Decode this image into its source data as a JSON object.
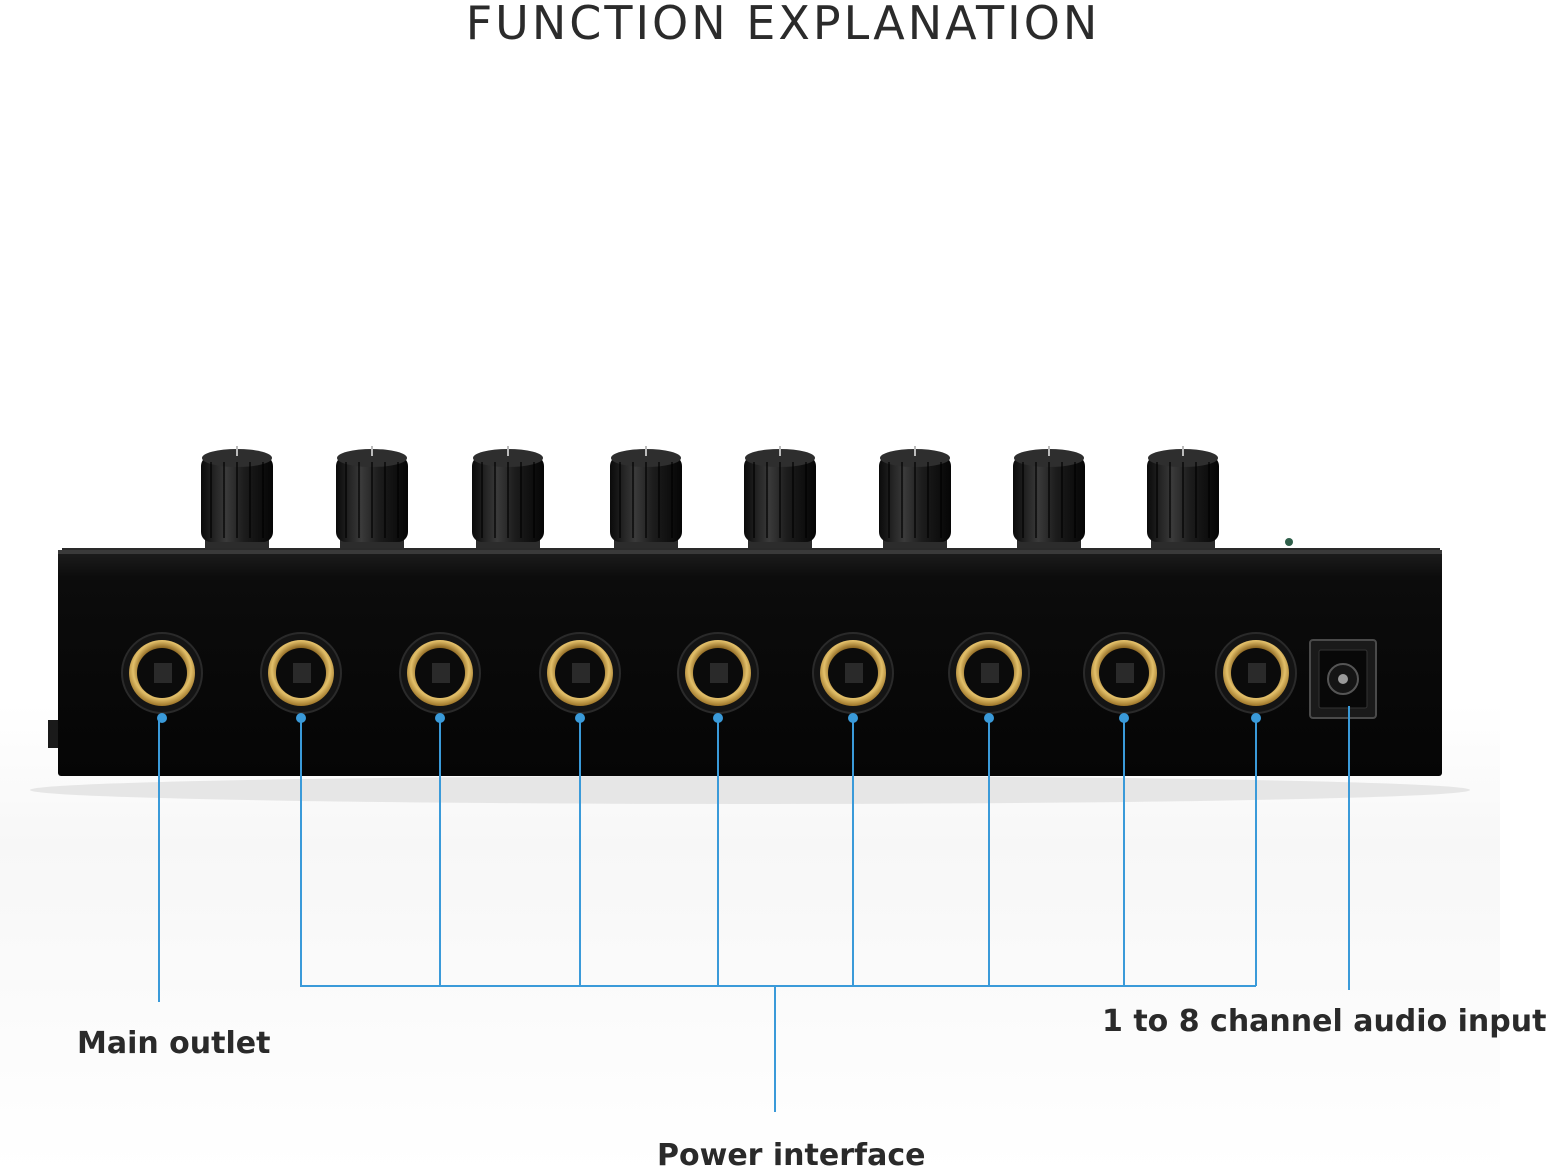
{
  "title": "FUNCTION EXPLANATION",
  "labels": {
    "main_outlet": "Main outlet",
    "channel_input": "1 to 8 channel audio input",
    "power_interface": "Power interface"
  },
  "device": {
    "knob_count": 8,
    "jack_count": 9,
    "has_power_jack": true
  },
  "colors": {
    "callout_line": "#3a9ad9",
    "device_body": "#0e0e0e",
    "jack_gold": "#c9a14a"
  },
  "icons": [
    "rotary-knob-icon",
    "audio-jack-icon",
    "dc-power-jack-icon"
  ]
}
